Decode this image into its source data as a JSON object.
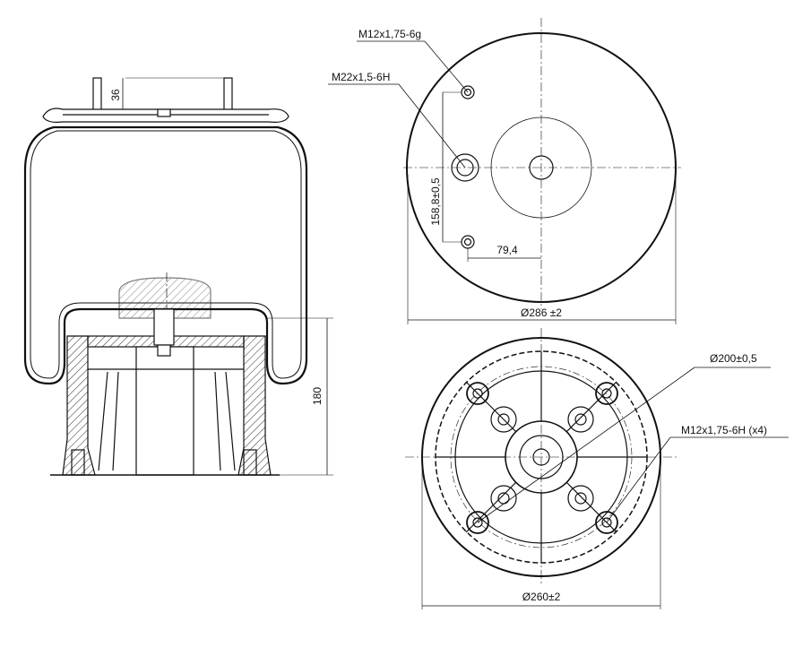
{
  "labels": {
    "top_thread": "M12x1,75-6g",
    "air_inlet": "M22x1,5-6H",
    "stud_height": "36",
    "stud_spacing": "158,8±0,5",
    "stud_offset": "79,4",
    "top_diameter": "Ø286 ±2",
    "piston_height": "180",
    "bolt_circle": "Ø200±0,5",
    "base_thread": "M12x1,75-6H (x4)",
    "base_diameter": "Ø260±2"
  }
}
